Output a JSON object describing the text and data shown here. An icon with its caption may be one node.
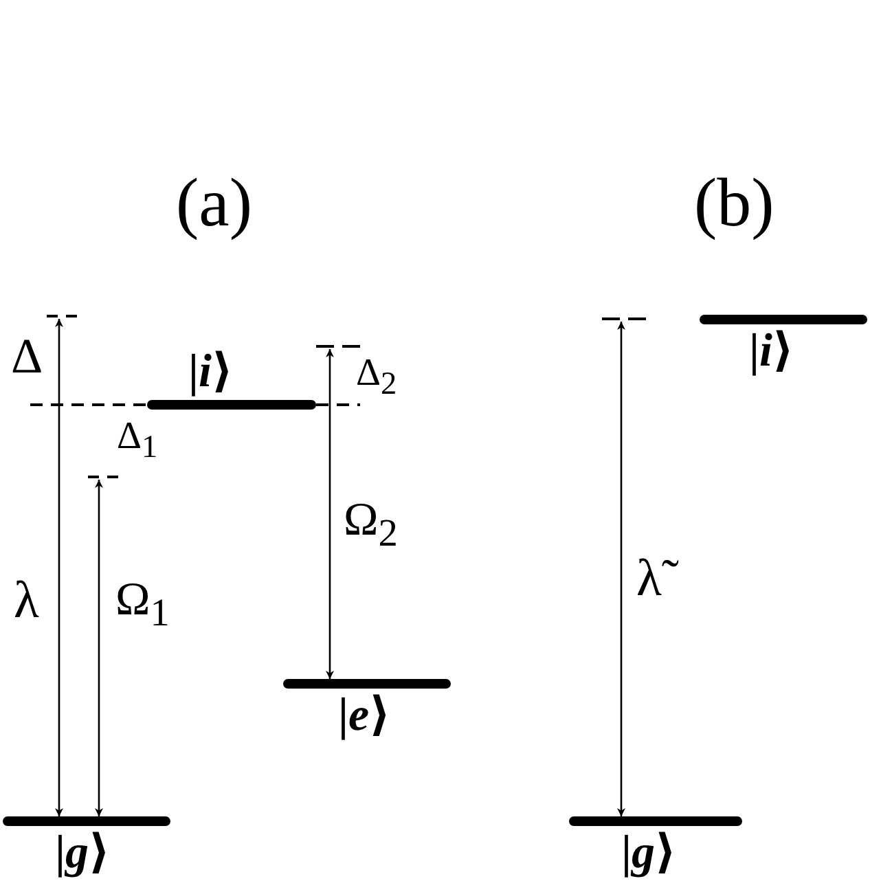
{
  "diagram": {
    "nodes": [
      {
        "text": [
          "|*g*⟩"
        ]
      },
      {
        "text": [
          "|*i*⟩"
        ]
      },
      {
        "text": [
          "|*e*⟩"
        ]
      },
      {
        "text": [],
        "shape": "bar"
      },
      {
        "text": [],
        "shape": "bar"
      },
      {
        "text": [],
        "shape": "bar"
      },
      {
        "text": [],
        "shape": "bar"
      },
      {
        "text": [
          "|*g*⟩"
        ]
      },
      {
        "text": [
          "|*i*⟩"
        ]
      }
    ],
    "edges": [
      {
        "from": 3,
        "to": 0,
        "arrow": "both",
        "label": "λ"
      },
      {
        "from": 4,
        "to": 0,
        "arrow": "both",
        "label": "Ω$_{1}$"
      },
      {
        "from": 5,
        "to": 2,
        "arrow": "both",
        "label": "Ω$_{2}$"
      },
      {
        "from": 6,
        "to": 7,
        "arrow": "both",
        "label": "λ̃"
      }
    ],
    "labels": [
      "(a)",
      "(b)",
      "Δ",
      "Δ$_{1}$",
      "Δ$_{2}$"
    ]
  }
}
